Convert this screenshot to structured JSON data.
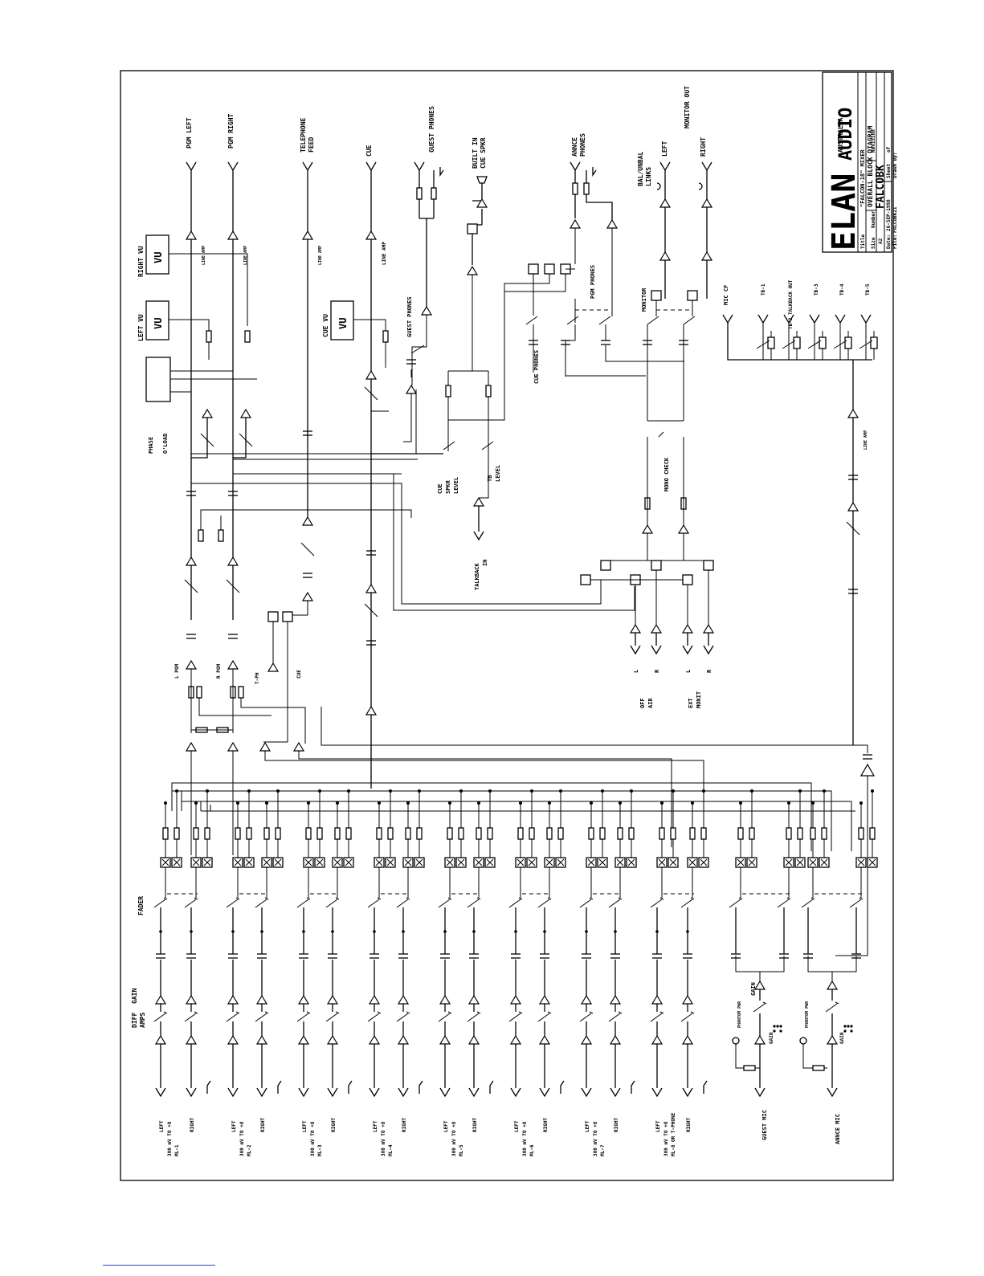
{
  "title_block": {
    "logo_text": "ELAN",
    "company": "AUDIO",
    "country": "AUSTRALIA",
    "title_label": "Title",
    "title_line1": "\"FALCON-18\" MIXER",
    "title_line2": "OVERALL BLOCK DIAGRAM",
    "size_label": "Size",
    "size_value": "A2",
    "number_label": "Number",
    "number_value": "FALCOBK",
    "revision_label": "Revision",
    "date_label": "Date:",
    "date_value": "26-SEP-1998",
    "file_label": "File:",
    "file_value": "FALCOBK21",
    "sheet_label": "Sheet",
    "sheet_value": "of",
    "drawn_label": "Drawn By:"
  },
  "outputs": {
    "pgm_left": "PGM LEFT",
    "pgm_right": "PGM RIGHT",
    "telephone": "TELEPHONE",
    "feed": "FEED",
    "cue": "CUE",
    "guest_phones": "GUEST PHONES",
    "built_in": "BUILT IN",
    "cue_spkr": "CUE SPKR",
    "annce": "ANNCE",
    "phones": "PHONES",
    "bal_unbal": "BAL/UNBAL",
    "links": "LINKS",
    "left": "LEFT",
    "monitor_out": "MONITOR OUT",
    "right": "RIGHT"
  },
  "meters": {
    "left_vu": "LEFT VU",
    "right_vu": "RIGHT VU",
    "cue_vu": "CUE VU",
    "vu_face": "VU"
  },
  "labels": {
    "line_amp": "LINE AMP",
    "phase": "PHASE",
    "oload": "O'LOAD",
    "guest_phones_ctrl": "GUEST PHONES",
    "cue_phones": "CUE PHONES",
    "pgm_phones": "PGM PHONES",
    "monitor": "MONITOR",
    "mono_check": "MONO CHECK",
    "cue_spkr_level_1": "CUE",
    "cue_spkr_level_2": "SPKR",
    "cue_spkr_level_3": "LEVEL",
    "tb_level_1": "TB",
    "tb_level_2": "LEVEL",
    "talkback_1": "TALKBACK",
    "talkback_2": "IN",
    "mic_cf": "MIC CF",
    "tb1": "TB-1",
    "tb2": "TB-2 TALKBACK OUT",
    "tb3": "TB-3",
    "tb4": "TB-4",
    "tb5": "TB-5",
    "l_pgm": "L PGM",
    "r_pgm": "R PGM",
    "t_ph": "T-PH",
    "cue_bus": "CUE",
    "off_air_1": "OFF",
    "off_air_2": "AIR",
    "ext_monit_1": "EXT",
    "ext_monit_2": "MONIT",
    "l": "L",
    "r": "R",
    "fader": "FADER",
    "diff_amps_1": "DIFF",
    "diff_amps_2": "AMPS",
    "gain": "GAIN",
    "phantom_pwr": "PHANTOM PWR",
    "gain_mic": "GAIN"
  },
  "channels": [
    {
      "left": "LEFT",
      "range": "300 mV TO +8",
      "id": "ML-1",
      "right": "RIGHT"
    },
    {
      "left": "LEFT",
      "range": "300 mV TO +8",
      "id": "ML-2",
      "right": "RIGHT"
    },
    {
      "left": "LEFT",
      "range": "300 mV TO +8",
      "id": "ML-3",
      "right": "RIGHT"
    },
    {
      "left": "LEFT",
      "range": "300 mV TO +8",
      "id": "ML-4",
      "right": "RIGHT"
    },
    {
      "left": "LEFT",
      "range": "300 mV TO +8",
      "id": "ML-5",
      "right": "RIGHT"
    },
    {
      "left": "LEFT",
      "range": "300 mV TO +8",
      "id": "ML-6",
      "right": "RIGHT"
    },
    {
      "left": "LEFT",
      "range": "300 mV TO +8",
      "id": "ML-7",
      "right": "RIGHT"
    },
    {
      "left": "LEFT",
      "range": "300 mV TO +8",
      "id": "ML-8 OR T-PHONE",
      "right": "RIGHT"
    }
  ],
  "mics": {
    "guest": "GUEST MIC",
    "annce": "ANNCE MIC"
  }
}
